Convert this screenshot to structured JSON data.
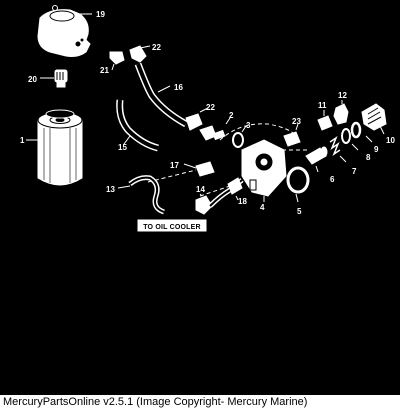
{
  "diagram": {
    "callouts": [
      "1",
      "2",
      "3",
      "4",
      "5",
      "6",
      "7",
      "8",
      "9",
      "10",
      "11",
      "12",
      "13",
      "14",
      "15",
      "16",
      "17",
      "18",
      "19",
      "20",
      "21",
      "22",
      "22",
      "23"
    ],
    "caption": "TO OIL COOLER"
  },
  "footer": {
    "text": "MercuryPartsOnline v2.5.1 (Image Copyright- Mercury Marine)"
  }
}
